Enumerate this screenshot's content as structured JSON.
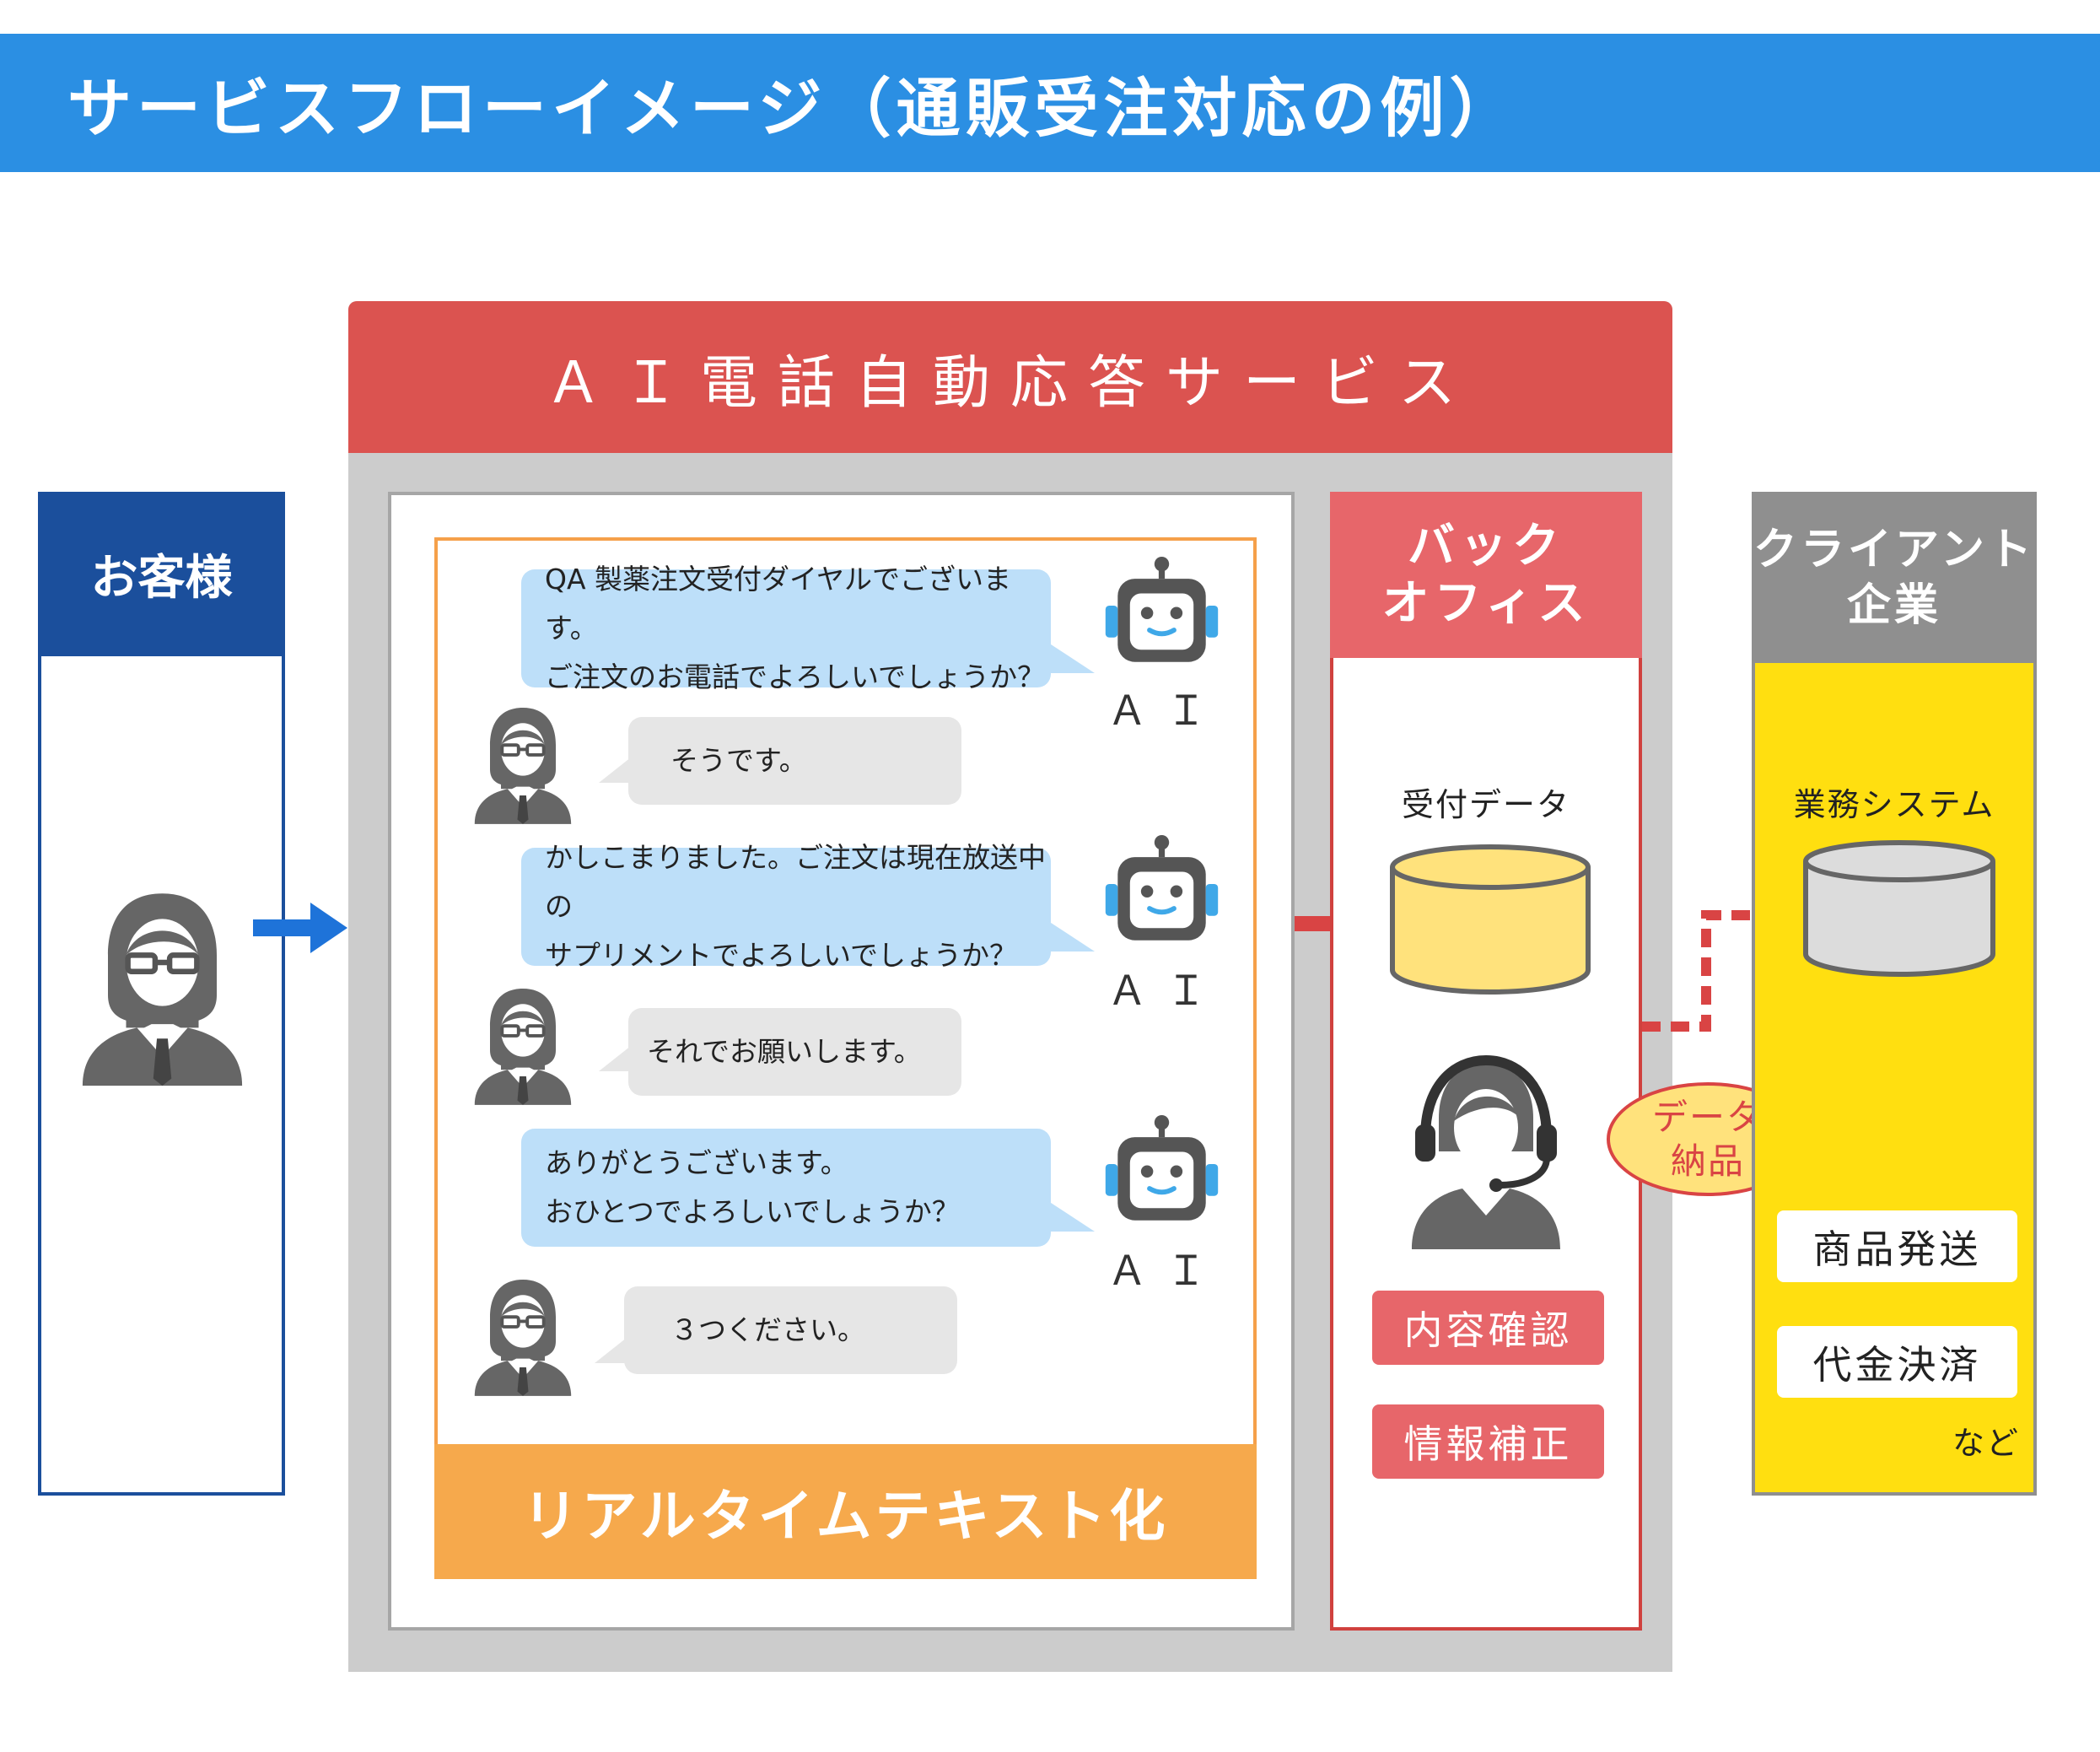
{
  "header": {
    "title": "サービスフローイメージ（通販受注対応の例）"
  },
  "customer": {
    "title": "お客様"
  },
  "ai_service": {
    "title": "ＡＩ電話自動応答サービス",
    "ai_label": "ＡＩ",
    "conversation": [
      {
        "speaker": "ai",
        "lines": [
          "QA 製薬注文受付ダイヤルでございます。",
          "ご注文のお電話でよろしいでしょうか？"
        ]
      },
      {
        "speaker": "customer",
        "lines": [
          "そうです。"
        ]
      },
      {
        "speaker": "ai",
        "lines": [
          "かしこまりました。ご注文は現在放送中の",
          "サプリメントでよろしいでしょうか？"
        ]
      },
      {
        "speaker": "customer",
        "lines": [
          "それでお願いします。"
        ]
      },
      {
        "speaker": "ai",
        "lines": [
          "ありがとうございます。",
          "おひとつでよろしいでしょうか？"
        ]
      },
      {
        "speaker": "customer",
        "lines": [
          "３つください。"
        ]
      }
    ],
    "realtime_label": "リアルタイムテキスト化"
  },
  "back_office": {
    "title_line1": "バック",
    "title_line2": "オフィス",
    "data_label": "受付データ",
    "actions": [
      "内容確認",
      "情報補正"
    ]
  },
  "delivery": {
    "line1": "データ",
    "line2": "納品"
  },
  "client": {
    "title_line1": "クライアント",
    "title_line2": "企業",
    "system_label": "業務システム",
    "actions": [
      "商品発送",
      "代金決済"
    ],
    "etc": "など"
  },
  "colors": {
    "header": "#2B8FE3",
    "customer": "#1B4F9C",
    "ai_service": "#DB5350",
    "realtime": "#F6A94C",
    "back_office": "#E7666A",
    "client_header": "#8F8F8F",
    "client_body": "#FFDF10",
    "ai_bubble": "#BDDFF9",
    "customer_bubble": "#E6E6E6",
    "robot_accent": "#3FA8E8"
  },
  "icons": [
    "person-icon",
    "robot-icon",
    "operator-headset-icon",
    "database-icon",
    "arrow-right-icon"
  ]
}
